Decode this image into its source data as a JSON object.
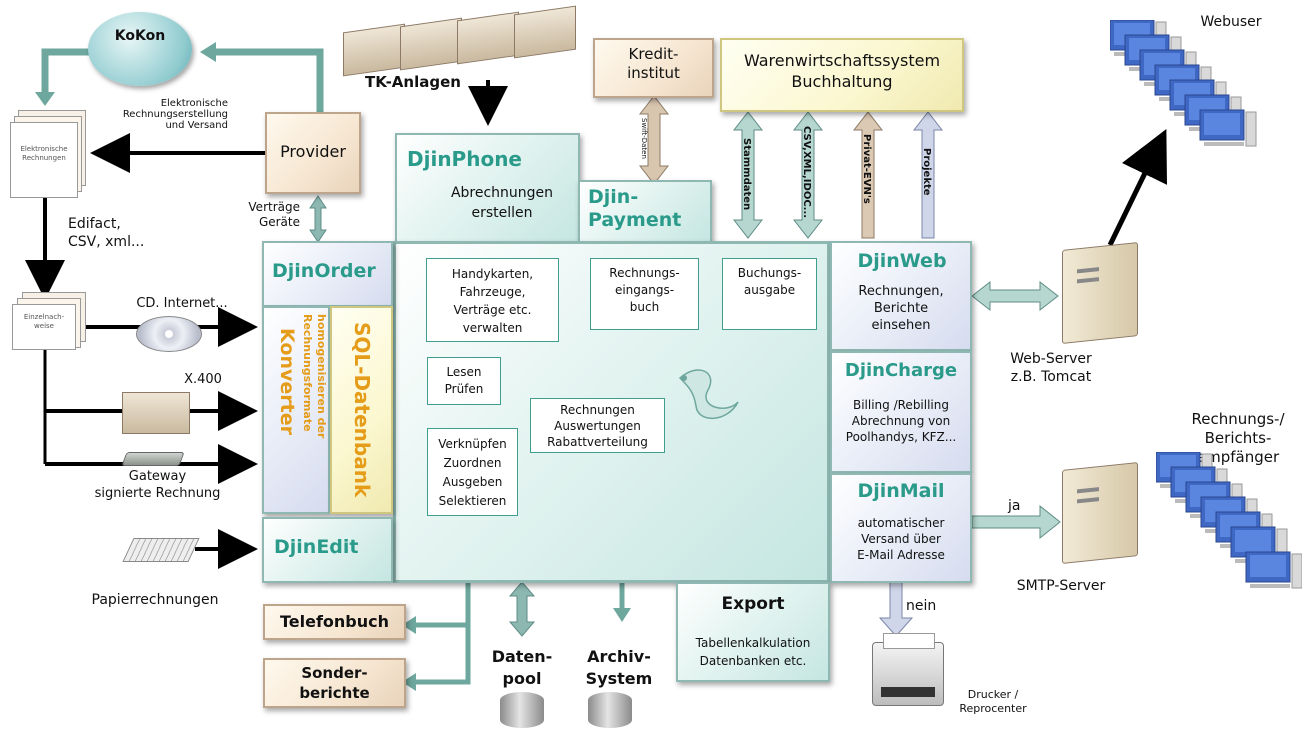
{
  "top": {
    "tk_anlagen": "TK-Anlagen",
    "kredit": "Kredit-\ninstitut",
    "wawi": "Warenwirtschaftssystem\nBuchhaltung",
    "webuser": "Webuser"
  },
  "left": {
    "kokon": "KoKon",
    "kokon_caption": "Elektronische\nRechnungserstellung\nund Versand",
    "provider": "Provider",
    "vertraege": "Verträge\nGeräte",
    "elektronische_rechnungen": "Elektronische\nRechnungen",
    "edifact": "Edifact,\nCSV, xml...",
    "einzelnachweise": "Einzelnach-\nweise",
    "cd_internet": "CD. Internet...",
    "x400": "X.400",
    "gateway": "Gateway\nsignierte Rechnung",
    "papier": "Papierrechnungen"
  },
  "modules": {
    "djinphone": "DjinPhone",
    "djinphone_sub": "Abrechnungen\nerstellen",
    "djinpayment": "Djin-\nPayment",
    "djinorder": "DjinOrder",
    "konverter": "Konverter",
    "konverter_sub": "homogenisieren der\nRechnungsformate",
    "sql": "SQL-Datenbank",
    "djinedit": "DjinEdit",
    "djinweb": "DjinWeb",
    "djinweb_sub": "Rechnungen,\nBerichte\neinsehen",
    "djincharge": "DjinCharge",
    "djincharge_sub": "Billing /Rebilling\nAbrechnung von\nPoolhandys, KFZ...",
    "djinmail": "DjinMail",
    "djinmail_sub": "automatischer\nVersand über\nE-Mail Adresse",
    "export": "Export",
    "export_sub": "Tabellenkalkulation\nDatenbanken etc."
  },
  "inner": {
    "handy": "Handykarten,\nFahrzeuge,\nVerträge etc.\nverwalten",
    "rechnungseingang": "Rechnungs-\neingangs-\nbuch",
    "buchung": "Buchungs-\nausgabe",
    "lesen": "Lesen\nPrüfen",
    "auswertungen": "Rechnungen\nAuswertungen\nRabattverteilung",
    "verknuepfen": "Verknüpfen\nZuordnen\nAusgeben\nSelektieren"
  },
  "arrows": {
    "swift": "Swift-Daten",
    "stammdaten": "Stammdaten",
    "csv": "CSV,XML,IDOC...",
    "privat": "Privat-EVN's",
    "projekte": "Projekte"
  },
  "bottom": {
    "telefonbuch": "Telefonbuch",
    "sonder": "Sonder-\nberichte",
    "datenpool": "Daten-\npool",
    "archiv": "Archiv-\nSystem",
    "nein": "nein",
    "drucker": "Drucker /\nReprocenter"
  },
  "right": {
    "webserver": "Web-Server\nz.B. Tomcat",
    "empfaenger": "Rechnungs-/\nBerichts-\nempfänger",
    "ja": "ja",
    "smtp": "SMTP-Server"
  }
}
